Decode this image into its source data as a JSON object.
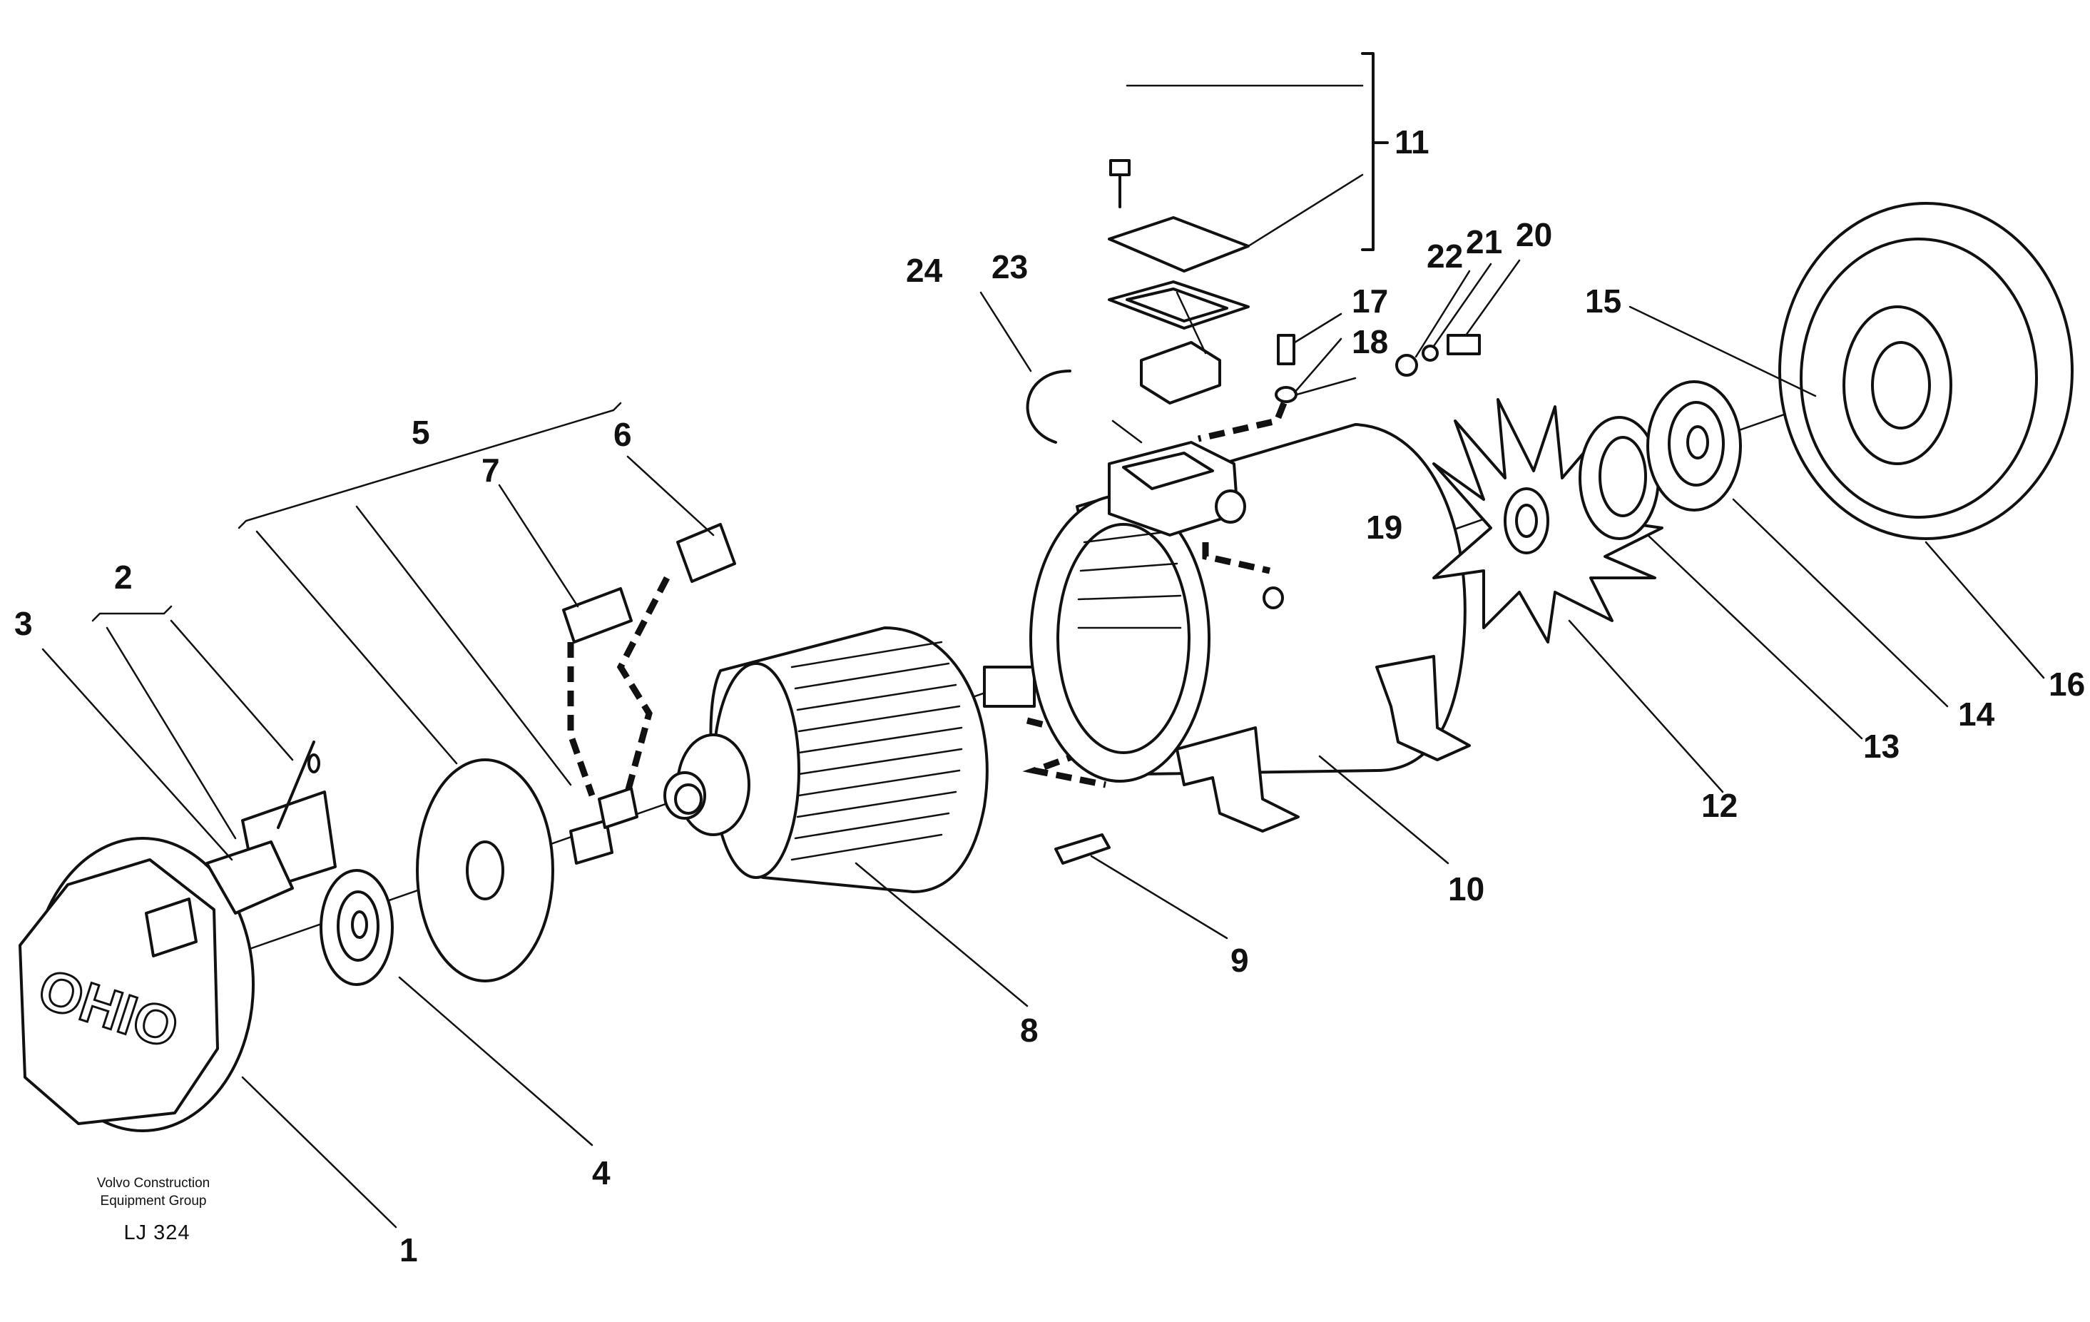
{
  "callouts": [
    "1",
    "2",
    "3",
    "4",
    "5",
    "6",
    "7",
    "8",
    "9",
    "10",
    "11",
    "12",
    "13",
    "14",
    "15",
    "16",
    "17",
    "18",
    "19",
    "20",
    "21",
    "22",
    "23",
    "24"
  ],
  "cover_logo": "OHIO",
  "caption": {
    "company_line1": "Volvo Construction",
    "company_line2": "Equipment Group",
    "drawing_code": "LJ 324"
  },
  "colors": {
    "ink": "#111111",
    "paper": "#ffffff"
  }
}
